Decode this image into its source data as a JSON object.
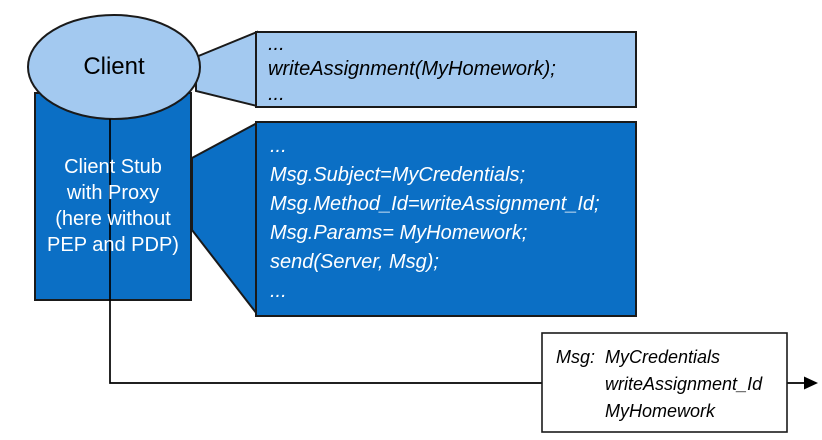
{
  "colors": {
    "light_blue": "#a3c9f0",
    "dark_blue": "#0b6fc5",
    "white": "#ffffff",
    "outline": "#1a1a1a",
    "connector": "#000000"
  },
  "client": {
    "label": "Client"
  },
  "client_stub": {
    "lines": [
      "Client Stub",
      "with Proxy",
      "(here without",
      "PEP and PDP)"
    ]
  },
  "user_code_callout": {
    "lines": [
      "...",
      "writeAssignment(MyHomework);",
      "..."
    ]
  },
  "stub_code_callout": {
    "lines": [
      "...",
      "Msg.Subject=MyCredentials;",
      "Msg.Method_Id=writeAssignment_Id;",
      "Msg.Params= MyHomework;",
      "send(Server, Msg);",
      "..."
    ]
  },
  "message_box": {
    "label": "Msg:",
    "values": [
      "MyCredentials",
      "writeAssignment_Id",
      "MyHomework"
    ]
  }
}
